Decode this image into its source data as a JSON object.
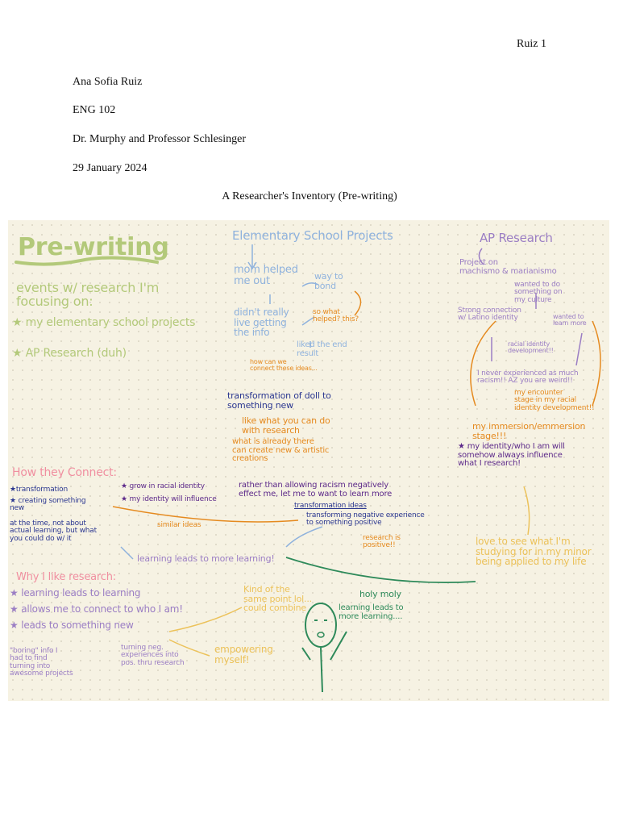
{
  "page_header": {
    "right": "Ruiz 1"
  },
  "meta": {
    "author": "Ana Sofia Ruiz",
    "course": "ENG 102",
    "instructors": "Dr. Murphy and Professor Schlesinger",
    "date": "29 January 2024"
  },
  "title": "A Researcher's Inventory (Pre-writing)",
  "sketch": {
    "heading": "Pre-writing",
    "events_intro": "events w/ research I'm\nfocusing on:",
    "event_1": "my elementary school projects",
    "event_2": "AP Research (duh)",
    "elementary": {
      "heading": "Elementary School Projects",
      "mom": "mom helped\nme out",
      "way_to_bond": "way to\nbond",
      "didnt_really": "didn't really\nlive getting\nthe info",
      "so_what": "so what\nhelped? this?",
      "liked_the_end": "liked the end\nresult",
      "how_can_we": "how can we\nconnect these ideas...",
      "transformation": "transformation of doll to\nsomething new",
      "like_what": "like what you can do\nwith research",
      "what_is_already": "what is already there\ncan create new & artistic\ncreations"
    },
    "ap": {
      "heading": "AP Research",
      "project_on": "Project on\nmachismo & marianismo",
      "wanted_to_do": "wanted to do\nsomething on\nmy culture",
      "strong_connection": "Strong connection\nw/ Latino identity",
      "wanted_to_learn": "wanted to\nlearn more",
      "racial_identity": "racial identity\ndevelopment!!",
      "never_experienced": "I never experienced as much\nracism!! AZ you are weird!!",
      "encounter": "my encounter\nstage in my racial\nidentity development!!",
      "immersion": "my immersion/emmersion\nstage!!!",
      "identity": "my identity/who I am will\nsomehow always influence\nwhat I research!"
    },
    "connect": {
      "heading": "How they Connect:",
      "item_1": "transformation",
      "item_2": "creating something\nnew",
      "grow": "grow in racial identity",
      "influence": "my identity will influence",
      "rather": "rather than allowing racism negatively\neffect me, let me to want to learn more",
      "transformation_ideas": "transformation ideas",
      "transforming_negative": "transforming negative experience\nto something positive",
      "similar_ideas": "similar ideas",
      "research_positive": "research is\npositive!!",
      "at_the_time": "at the time, not about\nactual learning, but what\nyou could do w/ it",
      "learning_more": "learning leads to more learning!",
      "love_to_see": "love to see what I'm\nstudying for in my minor\nbeing applied to my life"
    },
    "why": {
      "heading": "Why I like research:",
      "item_1": "learning leads to learning",
      "item_2": "allows me to connect to who I am!",
      "item_3": "leads to something new",
      "kind_of_same": "Kind of the\nsame point lol...\ncould combine",
      "boring": "\"boring\" info I\nhad to find\nturning into\nawesome projects",
      "turning_neg": "turning neg.\nexperiences into\npos. thru research",
      "empowering": "empowering\nmyself!",
      "holy_moly": "holy moly",
      "learning_leads": "learning leads to\nmore learning...."
    }
  }
}
